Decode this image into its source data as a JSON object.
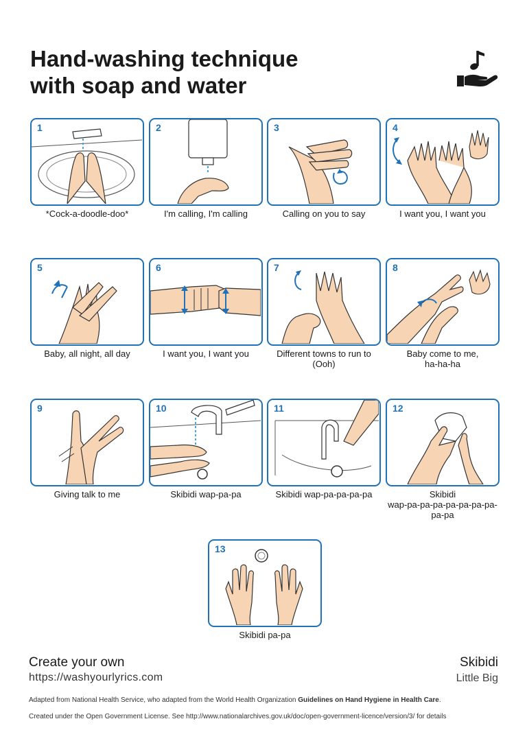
{
  "header": {
    "title_line1": "Hand-washing technique",
    "title_line2": "with soap and water",
    "logo_icon": "hand-with-music-note-icon"
  },
  "colors": {
    "accent": "#1f72b8",
    "skin": "#f7d4b4",
    "text": "#1a1a1a"
  },
  "steps": [
    {
      "number": "1",
      "caption": [
        "*Cock-a-doodle-doo*"
      ]
    },
    {
      "number": "2",
      "caption": [
        "I'm calling, I'm calling"
      ]
    },
    {
      "number": "3",
      "caption": [
        "Calling on you to say"
      ]
    },
    {
      "number": "4",
      "caption": [
        "I want you, I want you"
      ]
    },
    {
      "number": "5",
      "caption": [
        "Baby, all night, all day"
      ]
    },
    {
      "number": "6",
      "caption": [
        "I want you, I want you"
      ]
    },
    {
      "number": "7",
      "caption": [
        "Different towns to run to",
        "(Ooh)"
      ]
    },
    {
      "number": "8",
      "caption": [
        "Baby come to me,",
        "ha-ha-ha"
      ]
    },
    {
      "number": "9",
      "caption": [
        "Giving talk to me"
      ]
    },
    {
      "number": "10",
      "caption": [
        "Skibidi wap-pa-pa"
      ]
    },
    {
      "number": "11",
      "caption": [
        "Skibidi wap-pa-pa-pa-pa"
      ]
    },
    {
      "number": "12",
      "caption": [
        "Skibidi",
        "wap-pa-pa-pa-pa-pa-pa-pa-pa-pa"
      ]
    },
    {
      "number": "13",
      "caption": [
        "Skibidi pa-pa"
      ]
    }
  ],
  "footer": {
    "create_title": "Create your own",
    "create_url": "https://washyourlyrics.com",
    "song_title": "Skibidi",
    "song_artist": "Little Big",
    "credit_prefix": "Adapted from National Health Service, who adapted from the World Health Organization ",
    "credit_bold": "Guidelines on Hand Hygiene in Health Care",
    "credit_suffix": ".",
    "license": "Created under the Open Government License. See http://www.nationalarchives.gov.uk/doc/open-government-licence/version/3/ for details"
  }
}
